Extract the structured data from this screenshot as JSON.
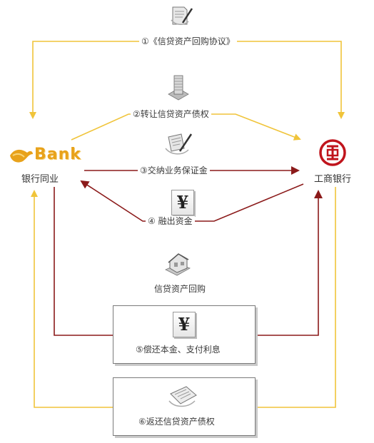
{
  "nodes": {
    "left_logo_text": "Bank",
    "left_label": "银行同业",
    "right_label": "工商银行"
  },
  "steps": {
    "s1": "①《信贷资产回购协议》",
    "s2": "②转让信贷资产债权",
    "s3": "③交纳业务保证金",
    "s4": "④ 融出资金",
    "middle": "信贷资产回购",
    "s5": "⑤偿还本金、支付利息",
    "s6": "⑥返还信贷资产债权"
  },
  "icons": {
    "yen_symbol": "¥"
  },
  "colors": {
    "gold_arrow": "#f0c43a",
    "red_arrow": "#8b1a1a",
    "bank_gold": "#e8a21b",
    "icbc_red": "#c0141c"
  }
}
